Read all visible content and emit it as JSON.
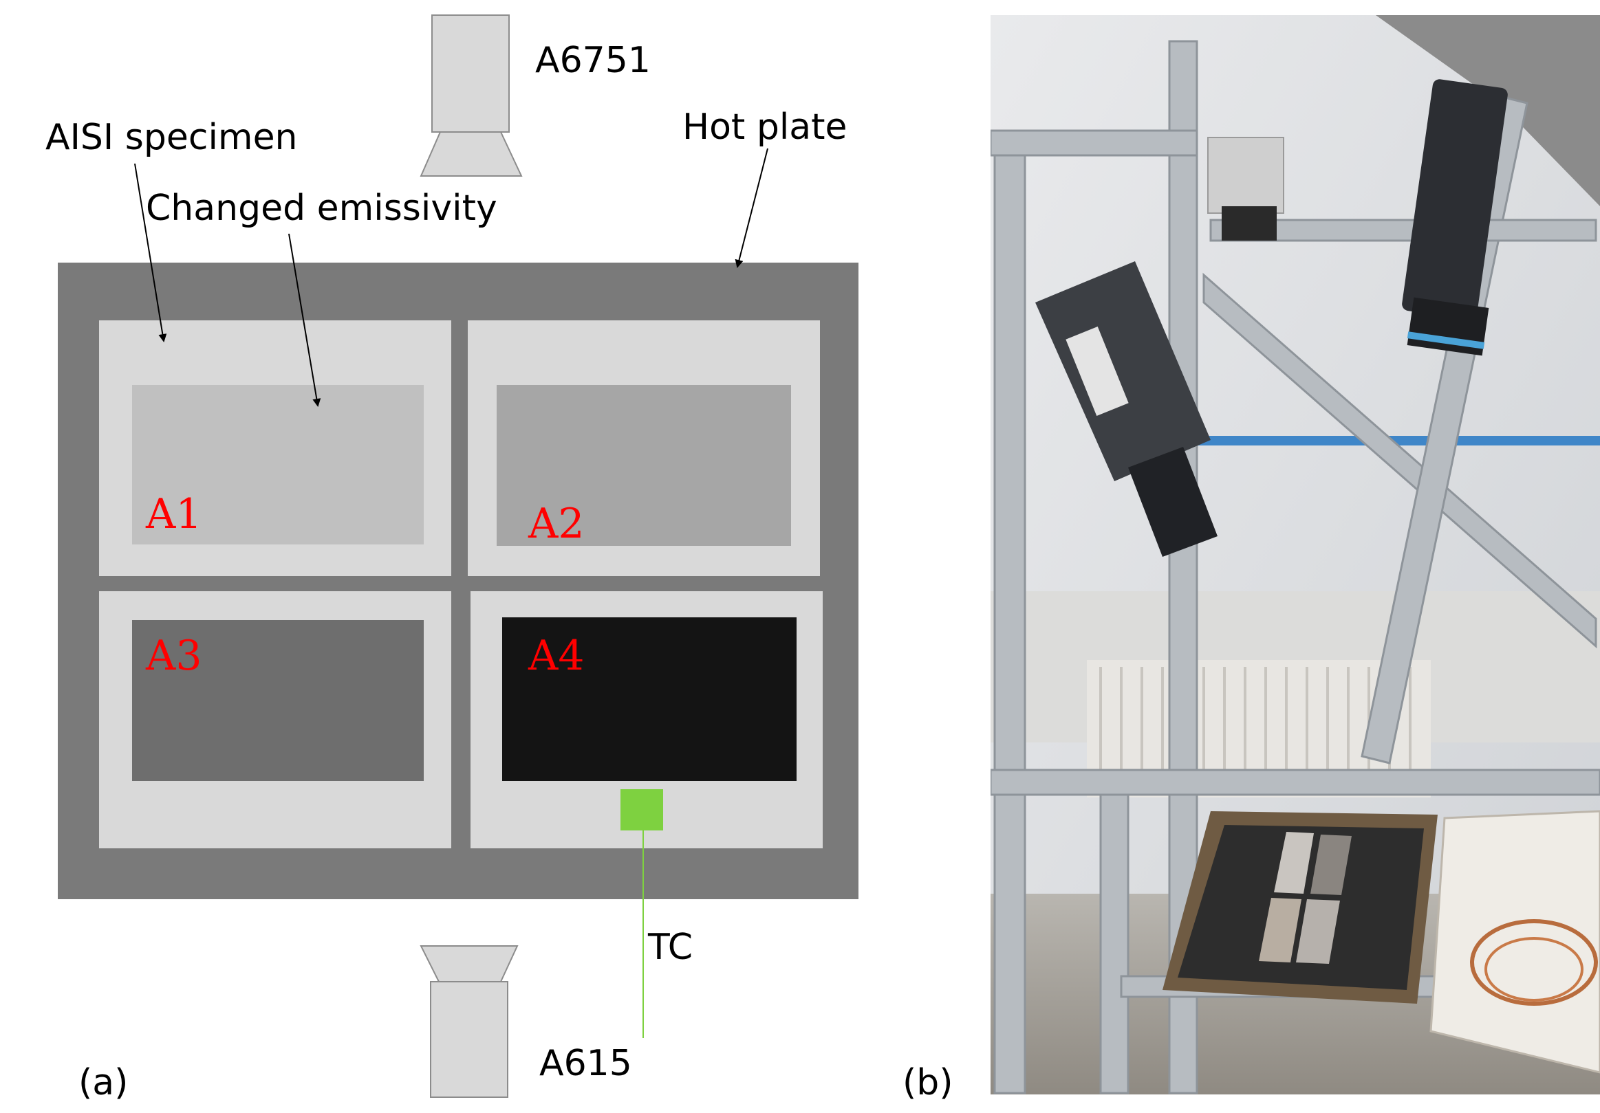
{
  "diagram": {
    "camera_top_label": "A6751",
    "camera_bottom_label": "A615",
    "specimen_label": "AISI specimen",
    "emissivity_label": "Changed emissivity",
    "hot_plate_label": "Hot plate",
    "thermocouple_label": "TC",
    "areas": [
      {
        "label": "A1",
        "color": "#c0c0c0"
      },
      {
        "label": "A2",
        "color": "#a6a6a6"
      },
      {
        "label": "A3",
        "color": "#6e6e6e"
      },
      {
        "label": "A4",
        "color": "#141414"
      }
    ],
    "colors": {
      "hot_plate": "#7a7a7a",
      "specimen": "#d9d9d9",
      "camera": "#d9d9d9",
      "thermocouple": "#7ed140",
      "area_label": "#ff0000"
    }
  },
  "panels": {
    "a_label": "(a)",
    "b_label": "(b)"
  }
}
